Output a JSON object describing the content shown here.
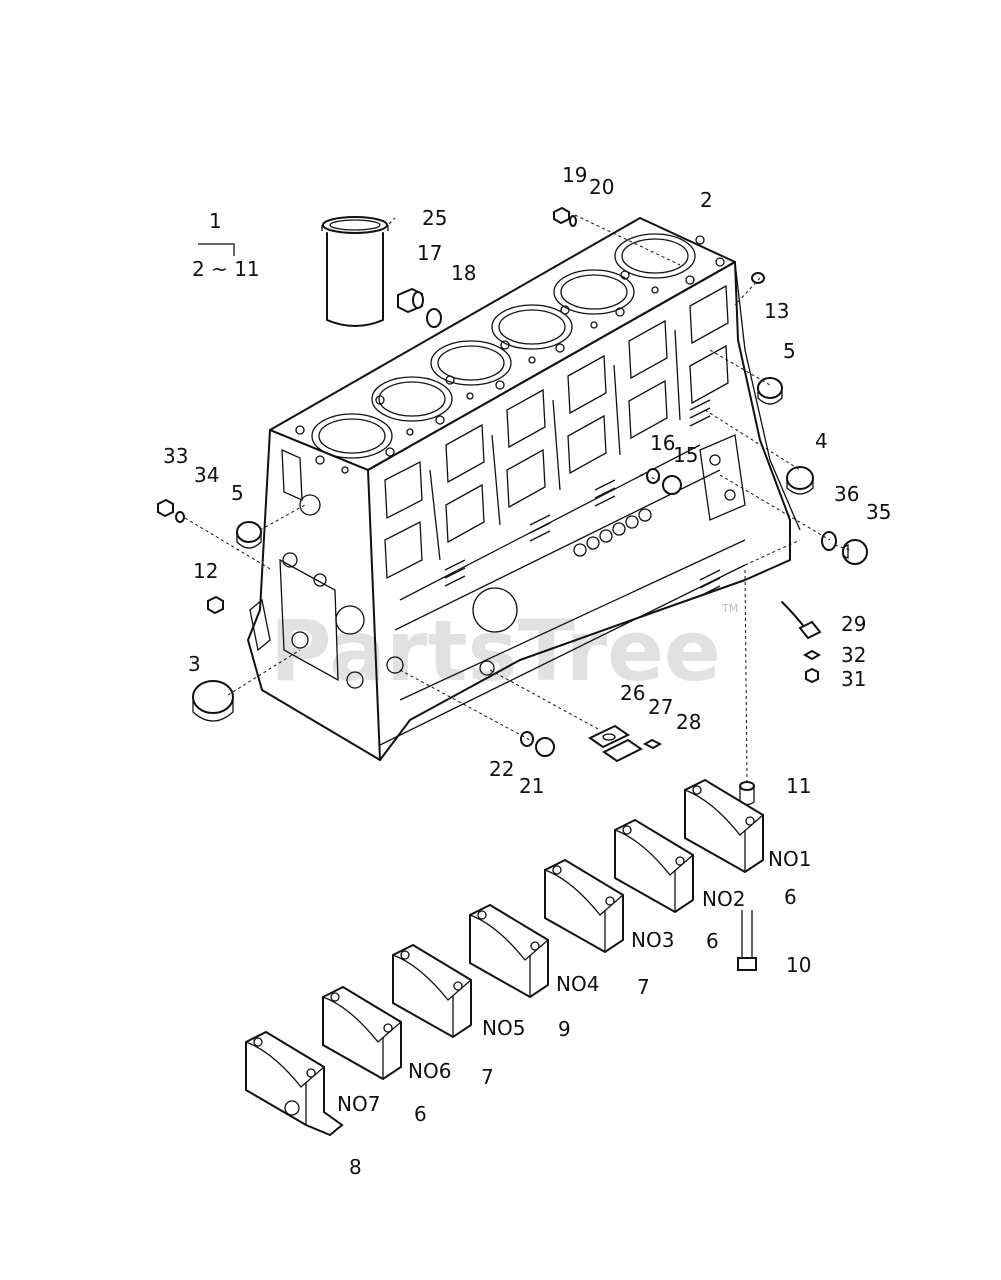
{
  "watermark": "PartsTree",
  "trademark": "TM",
  "assembly": {
    "top": "1",
    "range": "2 ~ 11"
  },
  "callouts": [
    "2",
    "3",
    "4",
    "5",
    "5",
    "6",
    "6",
    "6",
    "7",
    "7",
    "8",
    "9",
    "10",
    "11",
    "12",
    "13",
    "15",
    "16",
    "17",
    "18",
    "19",
    "20",
    "21",
    "22",
    "25",
    "26",
    "27",
    "28",
    "29",
    "31",
    "32",
    "33",
    "34",
    "35",
    "36"
  ],
  "bearing_positions": [
    "NO1",
    "NO2",
    "NO3",
    "NO4",
    "NO5",
    "NO6",
    "NO7"
  ]
}
